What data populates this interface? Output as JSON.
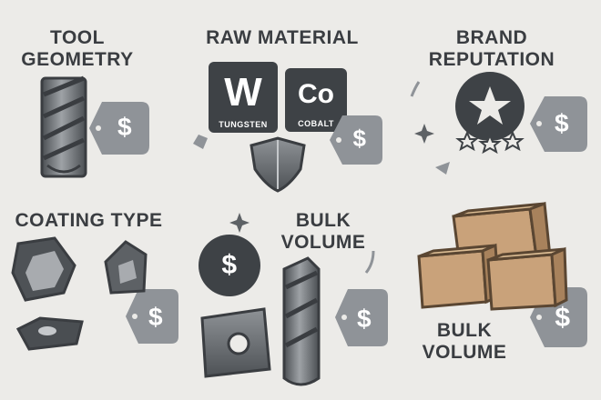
{
  "sections": {
    "tool_geometry": {
      "title_line1": "TOOL",
      "title_line2": "GEOMETRY"
    },
    "raw_material": {
      "title": "RAW MATERIAL",
      "tungsten": {
        "symbol": "W",
        "name": "TUNGSTEN"
      },
      "cobalt": {
        "symbol": "Co",
        "name": "COBALT"
      }
    },
    "brand_reputation": {
      "title_line1": "BRAND",
      "title_line2": "REPUTATION"
    },
    "coating_type": {
      "title": "COATING TYPE"
    },
    "bulk_volume_center": {
      "title_line1": "BULK",
      "title_line2": "VOLUME"
    },
    "bulk_volume_right": {
      "title_line1": "BULK",
      "title_line2": "VOLUME"
    }
  },
  "price_symbol": "$",
  "icons": [
    "drill-bit-icon",
    "price-tag-icon",
    "shield-icon",
    "star-badge-icon",
    "hexagon-coating-icon",
    "pentagon-coating-icon",
    "carbide-insert-icon",
    "dollar-coin-icon",
    "cardboard-boxes-icon",
    "sparkle-icon"
  ],
  "colors": {
    "background": "#ecebe8",
    "dark": "#3e4246",
    "tag_gray": "#8f9398",
    "box_tan": "#c9a27a",
    "text": "#3a3d41"
  }
}
